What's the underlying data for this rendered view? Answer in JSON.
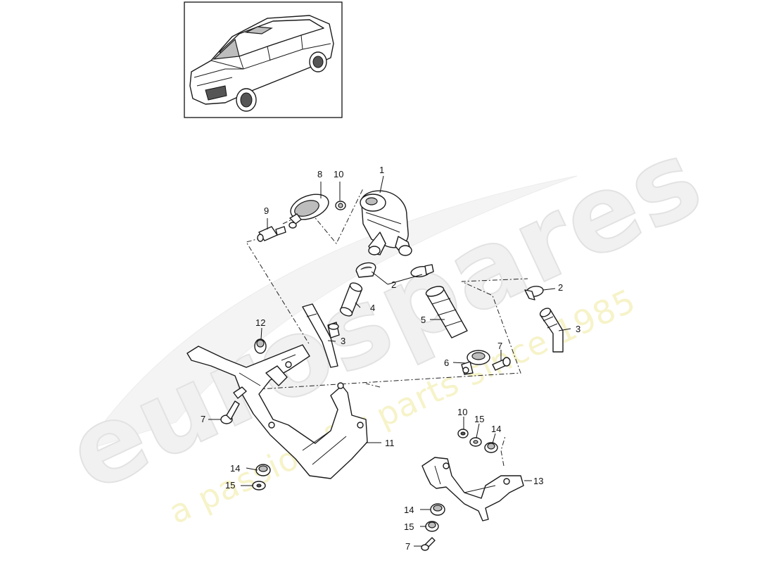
{
  "watermark": {
    "brand": "eurospares",
    "slogan": "a passion for parts since 1985",
    "brand_color": "#f1f1f1",
    "slogan_color": "#f6f3c9"
  },
  "thumbnail": {
    "icon": "car-suv-icon"
  },
  "callouts": {
    "c1": "1",
    "c2a": "2",
    "c2b": "2",
    "c3a": "3",
    "c3b": "3",
    "c4": "4",
    "c5": "5",
    "c6": "6",
    "c7a": "7",
    "c7b": "7",
    "c7c": "7",
    "c8": "8",
    "c9": "9",
    "c10a": "10",
    "c10b": "10",
    "c11": "11",
    "c12": "12",
    "c13": "13",
    "c14a": "14",
    "c14b": "14",
    "c14c": "14",
    "c15a": "15",
    "c15b": "15",
    "c15c": "15"
  }
}
